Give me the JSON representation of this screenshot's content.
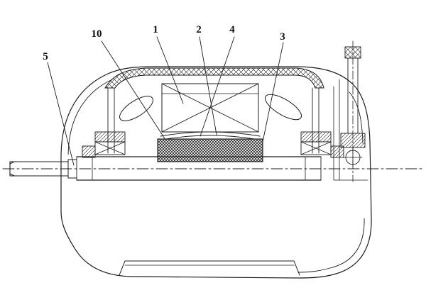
{
  "figure": {
    "type": "technical-diagram",
    "subject": "electric-motor-longitudinal-cross-section",
    "background_color": "#ffffff",
    "line_color": "#1c1c1c",
    "callouts": [
      {
        "text": "10"
      },
      {
        "text": "1"
      },
      {
        "text": "2"
      },
      {
        "text": "4"
      },
      {
        "text": "3"
      },
      {
        "text": "5"
      }
    ]
  }
}
